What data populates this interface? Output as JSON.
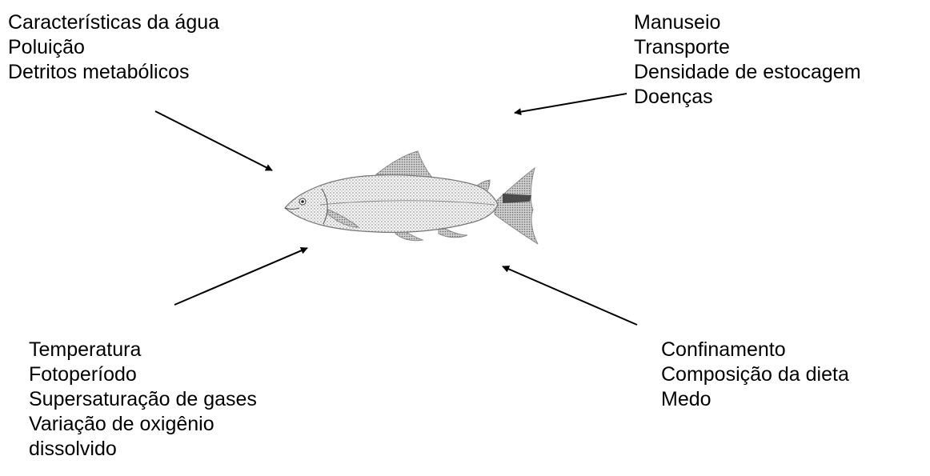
{
  "factor_groups": {
    "top_left": {
      "items": [
        "Características da água",
        "Poluição",
        "Detritos metabólicos"
      ]
    },
    "top_right": {
      "items": [
        "Manuseio",
        "Transporte",
        "Densidade de estocagem",
        "Doenças"
      ]
    },
    "bottom_left": {
      "items": [
        "Temperatura",
        "Fotoperíodo",
        "Supersaturação de gases",
        "Variação de oxigênio",
        "dissolvido"
      ]
    },
    "bottom_right": {
      "items": [
        "Confinamento",
        "Composição da dieta",
        "Medo"
      ]
    }
  },
  "center_image": {
    "icon": "fish-illustration-icon"
  },
  "colors": {
    "text": "#000000",
    "arrow": "#000000",
    "background": "#ffffff"
  }
}
